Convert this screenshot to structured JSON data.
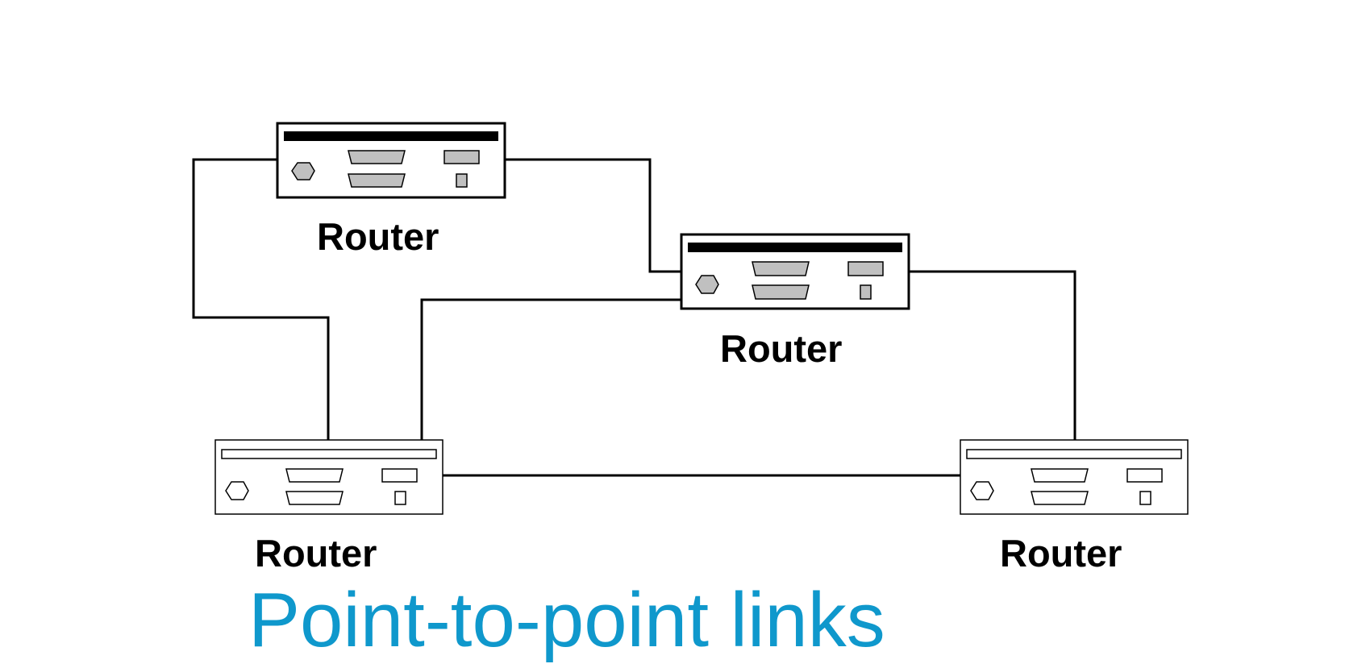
{
  "caption": "Point-to-point links",
  "colors": {
    "caption": "#0f98cc",
    "line": "#000000",
    "port_fill": "#c0c0c0"
  },
  "routers": [
    {
      "label": "Router",
      "style": "bold"
    },
    {
      "label": "Router",
      "style": "bold"
    },
    {
      "label": "Router",
      "style": "light"
    },
    {
      "label": "Router",
      "style": "light"
    }
  ],
  "links": [
    {
      "from": 0,
      "to": 2
    },
    {
      "from": 0,
      "to": 1
    },
    {
      "from": 1,
      "to": 2
    },
    {
      "from": 1,
      "to": 3
    },
    {
      "from": 2,
      "to": 3
    }
  ]
}
